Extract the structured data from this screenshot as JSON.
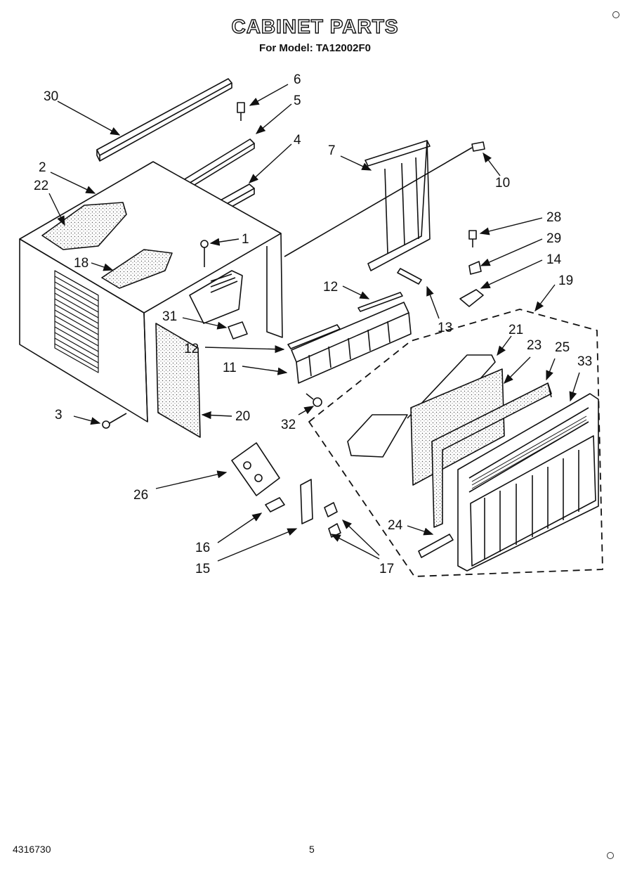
{
  "header": {
    "title": "CABINET PARTS",
    "subtitle": "For Model: TA12002F0"
  },
  "footer": {
    "doc_number": "4316730",
    "page_number": "5"
  },
  "callouts": [
    "30",
    "6",
    "5",
    "4",
    "2",
    "22",
    "1",
    "18",
    "7",
    "10",
    "28",
    "29",
    "14",
    "12",
    "13",
    "19",
    "31",
    "12",
    "11",
    "21",
    "23",
    "25",
    "33",
    "3",
    "20",
    "32",
    "26",
    "24",
    "16",
    "15",
    "17"
  ]
}
